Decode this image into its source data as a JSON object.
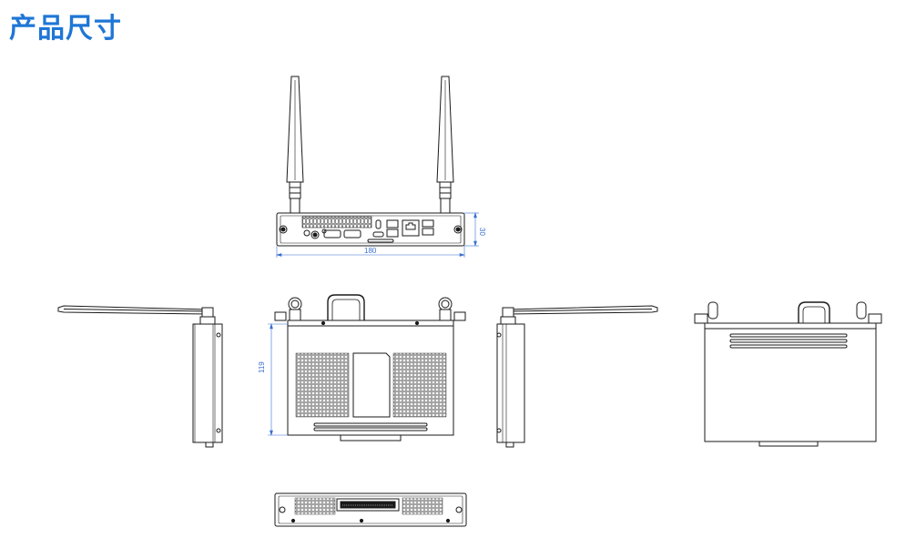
{
  "header": {
    "title": "产品尺寸"
  },
  "dimensions": {
    "front_width": "180",
    "front_height": "30",
    "top_depth": "119"
  },
  "colors": {
    "title": "#1e76d6",
    "dimension_line": "#3a6fd0",
    "drawing_line": "#1a1a1a"
  }
}
